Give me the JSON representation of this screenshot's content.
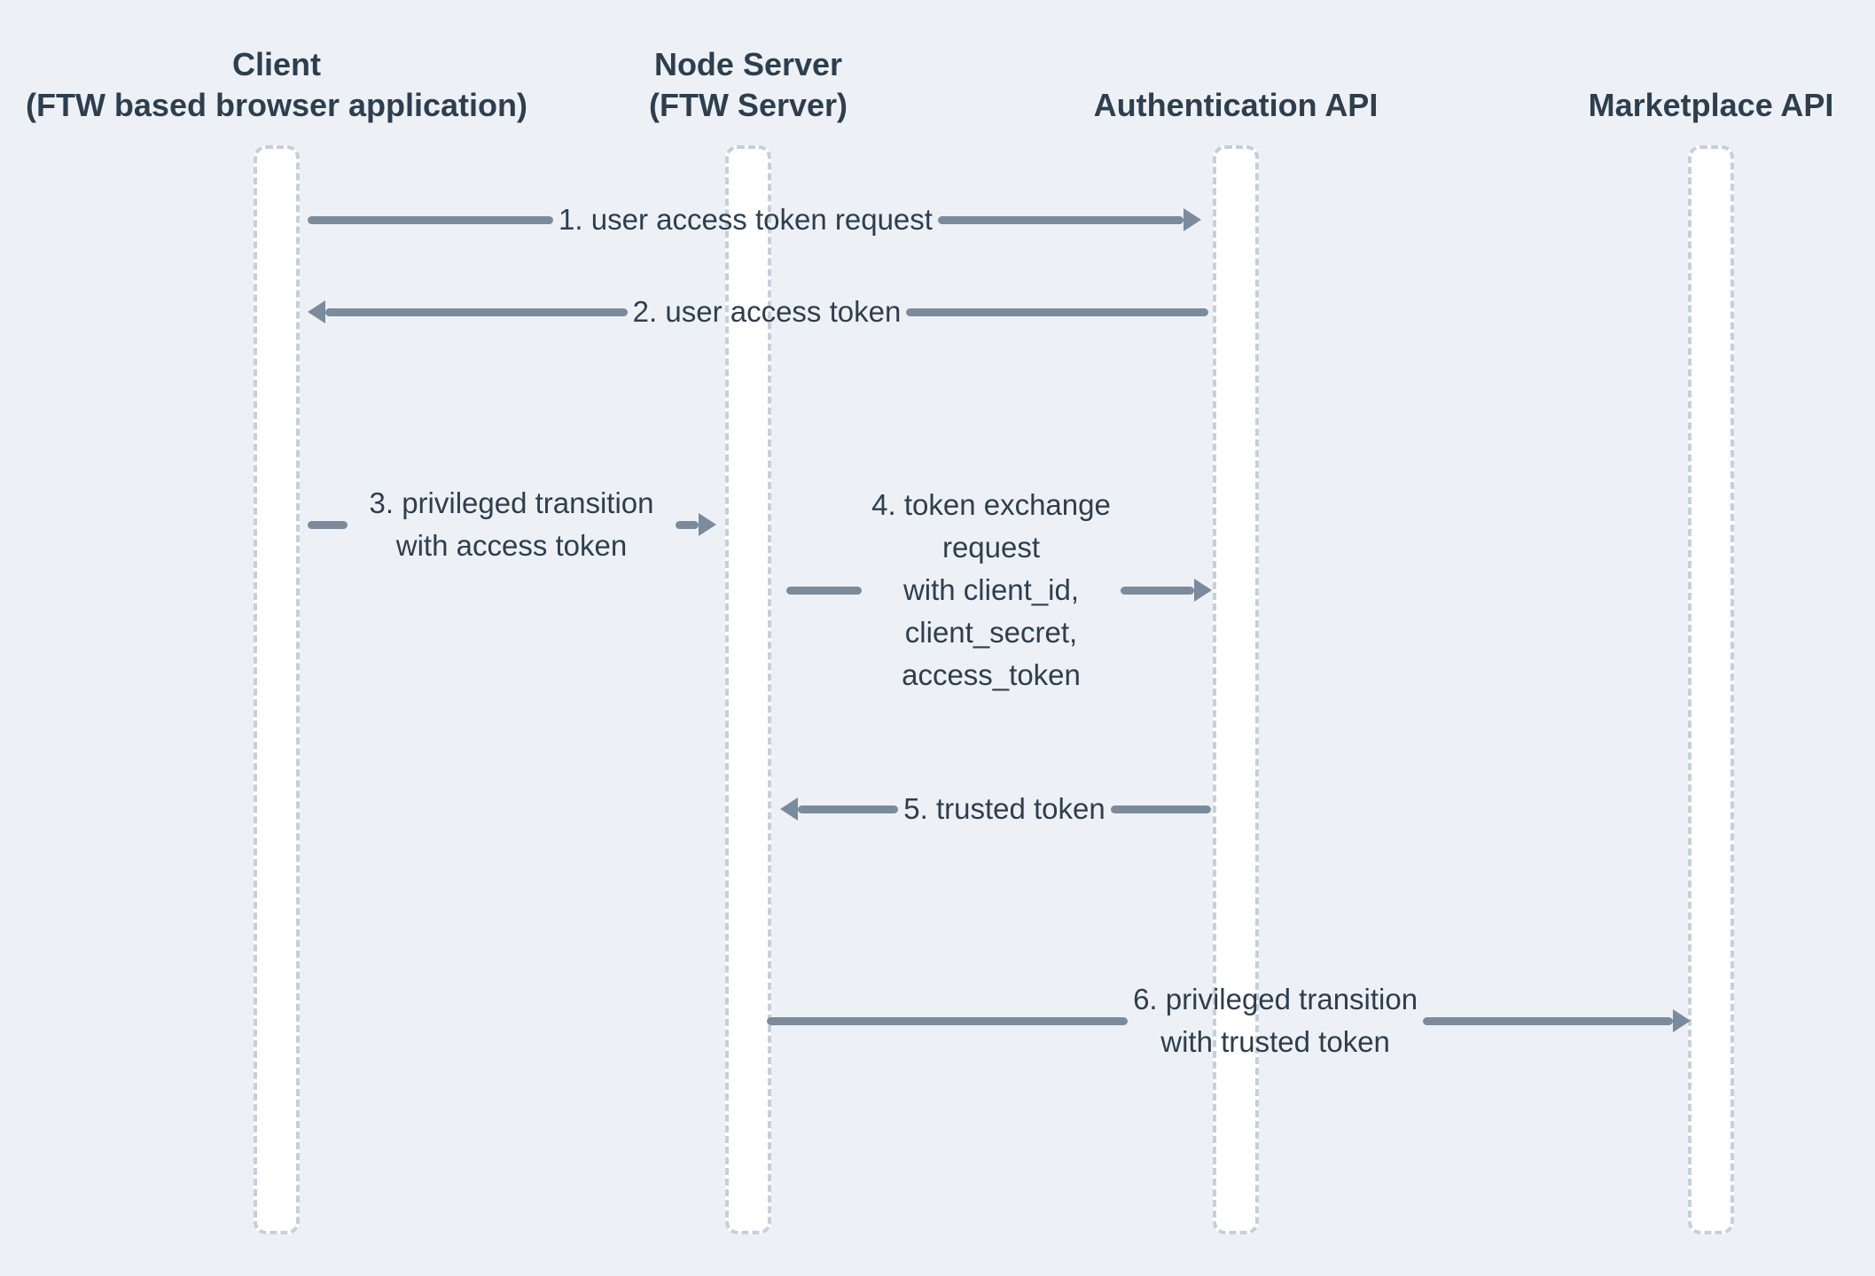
{
  "diagram": {
    "type": "sequence-diagram",
    "actors": [
      {
        "name": "Client",
        "subtitle": "(FTW based browser application)"
      },
      {
        "name": "Node Server",
        "subtitle": "(FTW Server)"
      },
      {
        "name": "Authentication API",
        "subtitle": ""
      },
      {
        "name": "Marketplace API",
        "subtitle": ""
      }
    ],
    "messages": [
      {
        "id": "1",
        "from": "Client",
        "to": "Authentication API",
        "direction": "right",
        "lines": [
          "1. user access token request"
        ]
      },
      {
        "id": "2",
        "from": "Authentication API",
        "to": "Client",
        "direction": "left",
        "lines": [
          "2. user access token"
        ]
      },
      {
        "id": "3",
        "from": "Client",
        "to": "Node Server",
        "direction": "right",
        "lines": [
          "3. privileged transition",
          "with access token"
        ]
      },
      {
        "id": "4",
        "from": "Node Server",
        "to": "Authentication API",
        "direction": "right",
        "lines": [
          "4. token exchange",
          "request",
          "with client_id,",
          "client_secret,",
          "access_token"
        ]
      },
      {
        "id": "5",
        "from": "Authentication API",
        "to": "Node Server",
        "direction": "left",
        "lines": [
          "5. trusted token"
        ]
      },
      {
        "id": "6",
        "from": "Node Server",
        "to": "Marketplace API",
        "direction": "right",
        "lines": [
          "6. privileged transition",
          "with trusted token"
        ]
      }
    ],
    "colors": {
      "background": "#edf1f5",
      "text": "#2d3e4f",
      "arrow": "#7a8b9c",
      "lifeline_fill": "#ffffff",
      "lifeline_border": "#c6cfdc"
    }
  }
}
